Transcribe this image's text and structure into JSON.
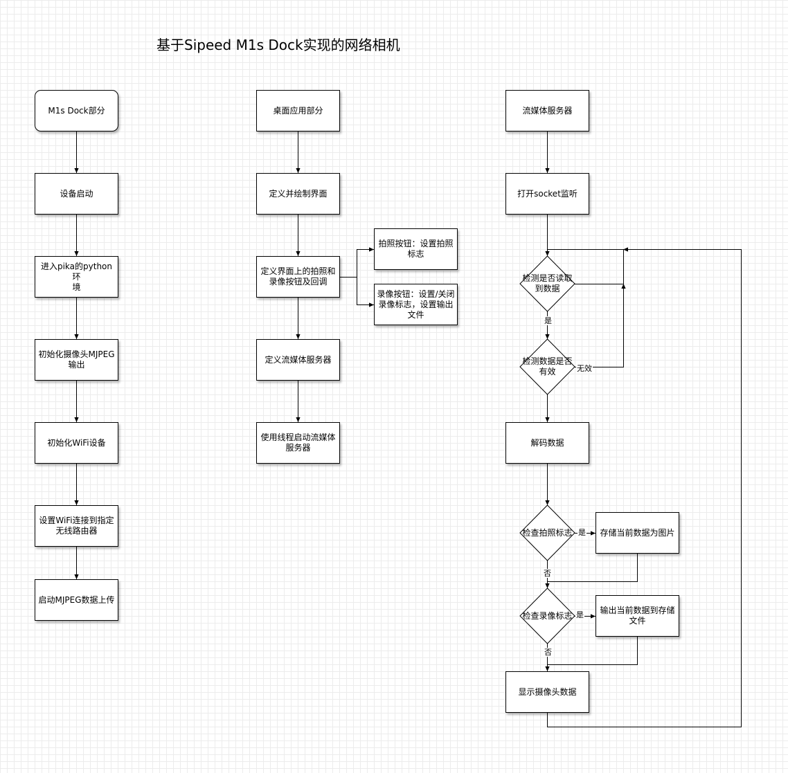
{
  "title": "基于Sipeed M1s Dock实现的网络相机",
  "col1": {
    "header": "M1s Dock部分",
    "steps": [
      "设备启动",
      "进入pika的python环\n境",
      "初始化摄像头MJPEG\n输出",
      "初始化WiFi设备",
      "设置WiFi连接到指定\n无线路由器",
      "启动MJPEG数据上传"
    ]
  },
  "col2": {
    "header": "桌面应用部分",
    "steps": [
      "定义并绘制界面",
      "定义界面上的拍照和\n录像按钮及回调",
      "定义流媒体服务器",
      "使用线程启动流媒体\n服务器"
    ],
    "branches": [
      "拍照按钮：设置拍照\n标志",
      "录像按钮：设置/关闭\n录像标志，设置输出\n文件"
    ]
  },
  "col3": {
    "header": "流媒体服务器",
    "open_socket": "打开socket监听",
    "check_read": "检测是否读取\n到数据",
    "check_valid": "检测数据是否\n有效",
    "decode": "解码数据",
    "check_photo": "检查拍照标志",
    "save_photo": "存储当前数据为图片",
    "check_record": "检查录像标志",
    "save_record": "输出当前数据到存储\n文件",
    "display": "显示摄像头数据",
    "label_yes": "是",
    "label_invalid": "无效",
    "label_no": "否"
  }
}
